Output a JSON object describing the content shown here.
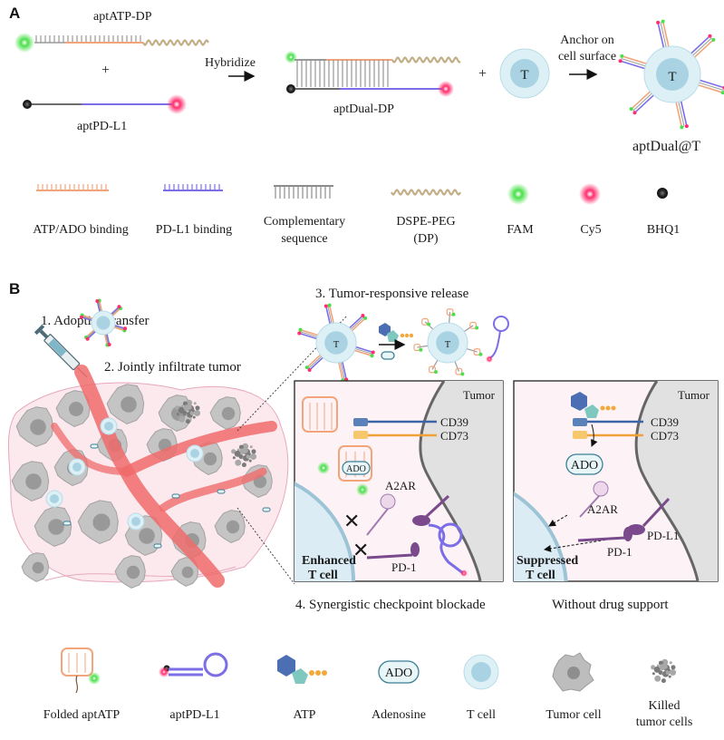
{
  "panel_a": {
    "letter": "A",
    "apt_atp_dp": "aptATP-DP",
    "plus1": "+",
    "apt_pdl1": "aptPD-L1",
    "hybridize": "Hybridize",
    "apt_dual_dp": "aptDual-DP",
    "plus2": "+",
    "t_label": "T",
    "anchor_line1": "Anchor on",
    "anchor_line2": "cell surface",
    "apt_dual_t": "aptDual@T"
  },
  "legend_a": [
    {
      "label": "ATP/ADO binding",
      "icon": "orange-strand",
      "color": "#f2a57a"
    },
    {
      "label": "PD-L1 binding",
      "icon": "purple-strand",
      "color": "#7b6ee6"
    },
    {
      "label_line1": "Complementary",
      "label_line2": "sequence",
      "icon": "gray-strand",
      "color": "#8c8c8c"
    },
    {
      "label_line1": "DSPE-PEG",
      "label_line2": "(DP)",
      "icon": "wavy-line",
      "color": "#c2ae86"
    },
    {
      "label": "FAM",
      "icon": "green-dot",
      "color": "#3fd13f"
    },
    {
      "label": "Cy5",
      "icon": "pink-dot",
      "color": "#ff2e6e"
    },
    {
      "label": "BHQ1",
      "icon": "black-dot",
      "color": "#2a2a2a"
    }
  ],
  "panel_b": {
    "letter": "B",
    "step1": "1. Adoptive transfer",
    "step2": "2. Jointly infiltrate tumor",
    "step3": "3. Tumor-responsive release",
    "step4": "4. Synergistic checkpoint blockade",
    "without": "Without drug support",
    "t_label": "T",
    "box_left": {
      "tumor": "Tumor",
      "cd39": "CD39",
      "cd73": "CD73",
      "a2ar": "A2AR",
      "pd1": "PD-1",
      "ado_bound": "ADO",
      "cell_line1": "Enhanced",
      "cell_line2": "T cell"
    },
    "box_right": {
      "tumor": "Tumor",
      "cd39": "CD39",
      "cd73": "CD73",
      "ado": "ADO",
      "a2ar": "A2AR",
      "pdl1": "PD-L1",
      "pd1": "PD-1",
      "cell_line1": "Suppressed",
      "cell_line2": "T cell"
    }
  },
  "legend_b": [
    {
      "label": "Folded aptATP",
      "icon": "folded-aptatp"
    },
    {
      "label": "aptPD-L1",
      "icon": "aptpdl1-hairpin"
    },
    {
      "label": "ATP",
      "icon": "atp-molecule"
    },
    {
      "label": "Adenosine",
      "icon": "ado-capsule",
      "inner": "ADO"
    },
    {
      "label": "T cell",
      "icon": "t-cell"
    },
    {
      "label": "Tumor cell",
      "icon": "tumor-cell"
    },
    {
      "label_line1": "Killed",
      "label_line2": "tumor cells",
      "icon": "killed-tumor-cells"
    }
  ]
}
